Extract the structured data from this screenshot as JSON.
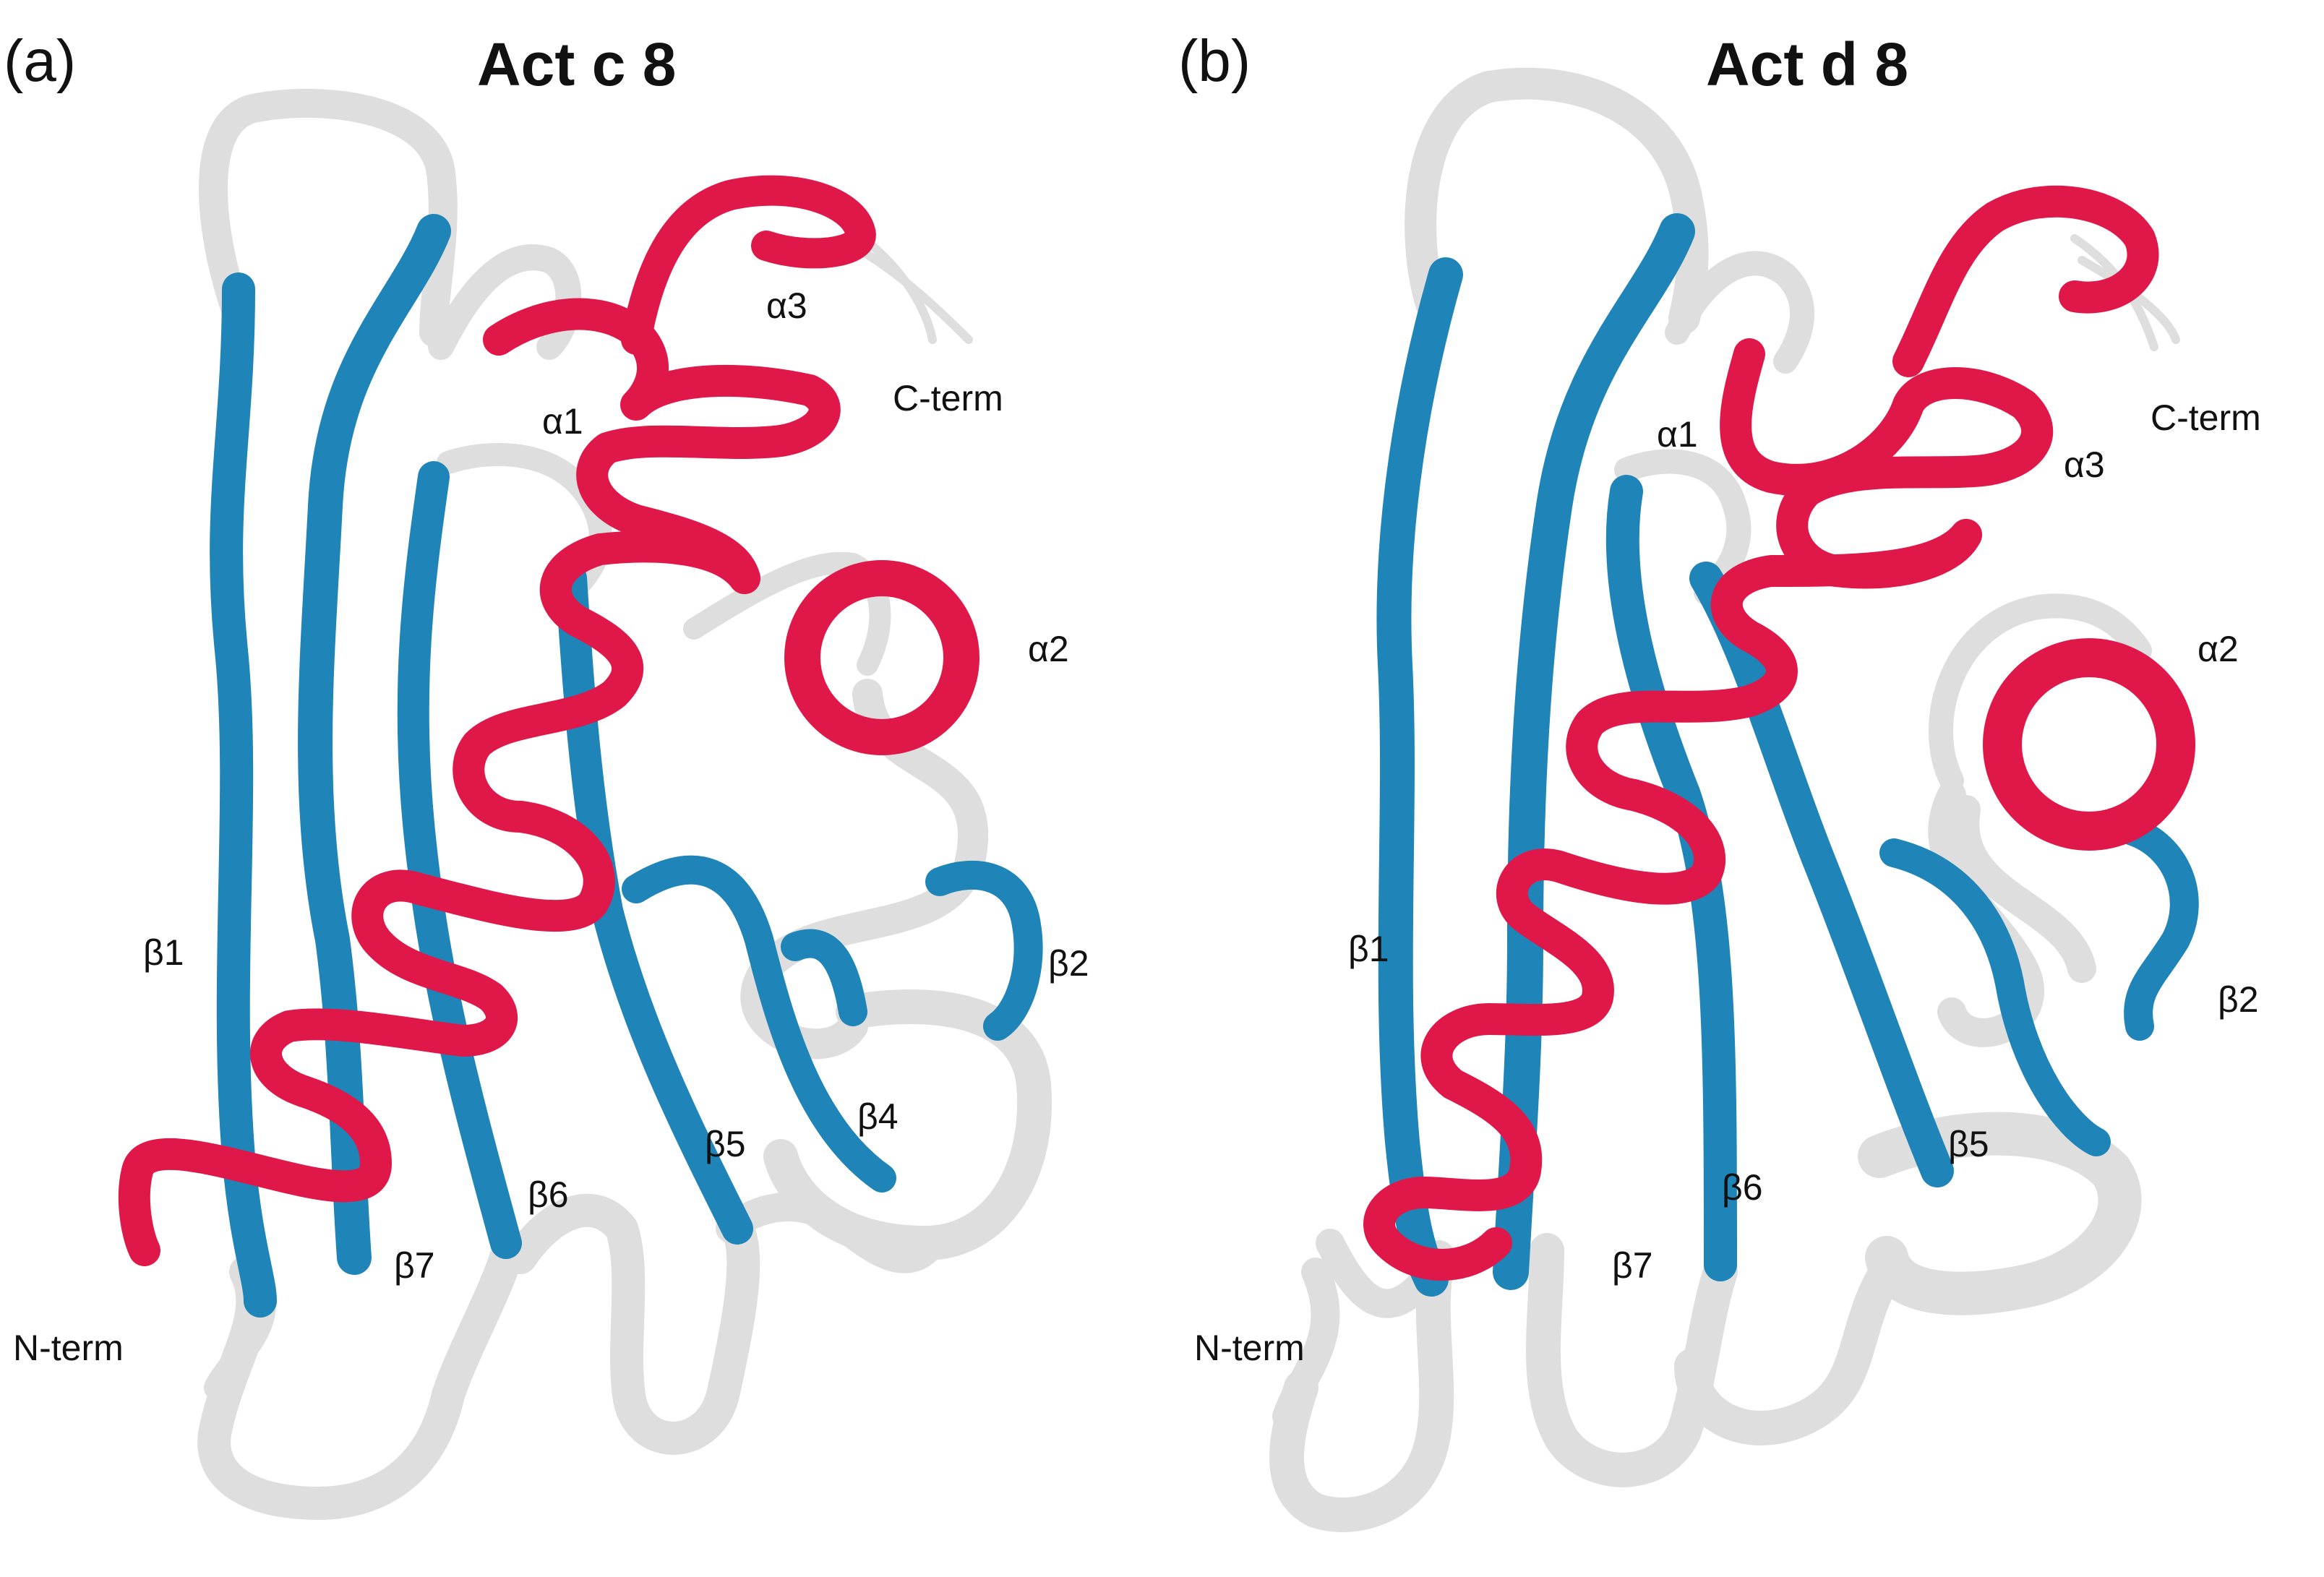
{
  "colors": {
    "helix": "#e0184a",
    "strand": "#1f84b8",
    "coil": "#dedede",
    "text": "#111111",
    "background": "#ffffff"
  },
  "panels": [
    {
      "letter": "(a)",
      "title": "Act c 8",
      "labels": {
        "a1": "α1",
        "a2": "α2",
        "a3": "α3",
        "b1": "β1",
        "b2": "β2",
        "b4": "β4",
        "b5": "β5",
        "b6": "β6",
        "b7": "β7",
        "nterm": "N-term",
        "cterm": "C-term"
      }
    },
    {
      "letter": "(b)",
      "title": "Act d 8",
      "labels": {
        "a1": "α1",
        "a2": "α2",
        "a3": "α3",
        "b1": "β1",
        "b2": "β2",
        "b5": "β5",
        "b6": "β6",
        "b7": "β7",
        "nterm": "N-term",
        "cterm": "C-term"
      }
    }
  ]
}
